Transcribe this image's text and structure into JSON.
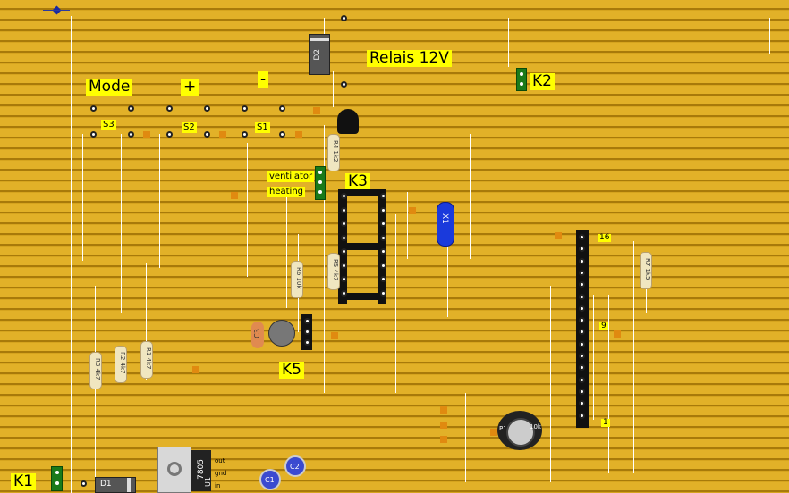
{
  "labels": {
    "mode": "Mode",
    "plus": "+",
    "minus": "-",
    "relais": "Relais 12V",
    "k2": "K2",
    "k3": "K3",
    "k5": "K5",
    "k1": "K1",
    "s1": "S1",
    "s2": "S2",
    "s3": "S3",
    "ventilator": "ventilator",
    "heating": "heating",
    "pin16": "16",
    "pin9": "9",
    "pin1": "1"
  },
  "components": {
    "d2": "D2",
    "d1": "D1",
    "u1_model": "7805",
    "u1": "U1",
    "u1_out": "out",
    "u1_gnd": "gnd",
    "u1_in": "in",
    "c3": "C3",
    "x1": "X1",
    "p1": "P1",
    "p1_value": "10k",
    "r_relay": "R4 1k2",
    "r_a": "R5 4k7",
    "r_b": "R6 10k",
    "r_left1": "R3 4k7",
    "r_left2": "R2 4k7",
    "r_left3": "R1 4k7",
    "r_right": "R7 1k5",
    "c1": "C1",
    "c2": "C2"
  },
  "colors": {
    "board": "#e2b128",
    "label_bg": "#ffff00",
    "connector": "#1a7a1a",
    "crystal": "#1a3adc"
  }
}
